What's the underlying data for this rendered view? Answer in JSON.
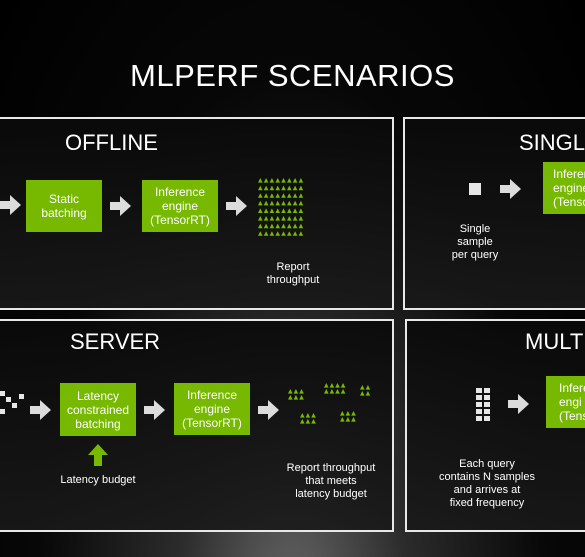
{
  "title": "MLPERF SCENARIOS",
  "accent": "#76b900",
  "offline": {
    "title": "OFFLINE",
    "static_batching": "Static\nbatching",
    "engine": "Inference\nengine\n(TensorRT)",
    "report": "Report\nthroughput"
  },
  "single": {
    "title": "SINGLE",
    "sample": "Single\nsample\nper query",
    "engine": "Inference\nengine\n(Tensor"
  },
  "server": {
    "title": "SERVER",
    "latency_batching": "Latency\nconstrained\nbatching",
    "engine": "Inference\nengine\n(TensorRT)",
    "budget": "Latency budget",
    "report": "Report throughput\nthat meets\nlatency budget"
  },
  "multi": {
    "title": "MULTI",
    "engine": "Infere\nengi\n(Tenso",
    "query": "Each query\ncontains N samples\nand arrives at\nfixed frequency"
  },
  "icons": [
    "right-arrow-icon",
    "up-arrow-icon",
    "triangle-icon",
    "square-icon"
  ]
}
